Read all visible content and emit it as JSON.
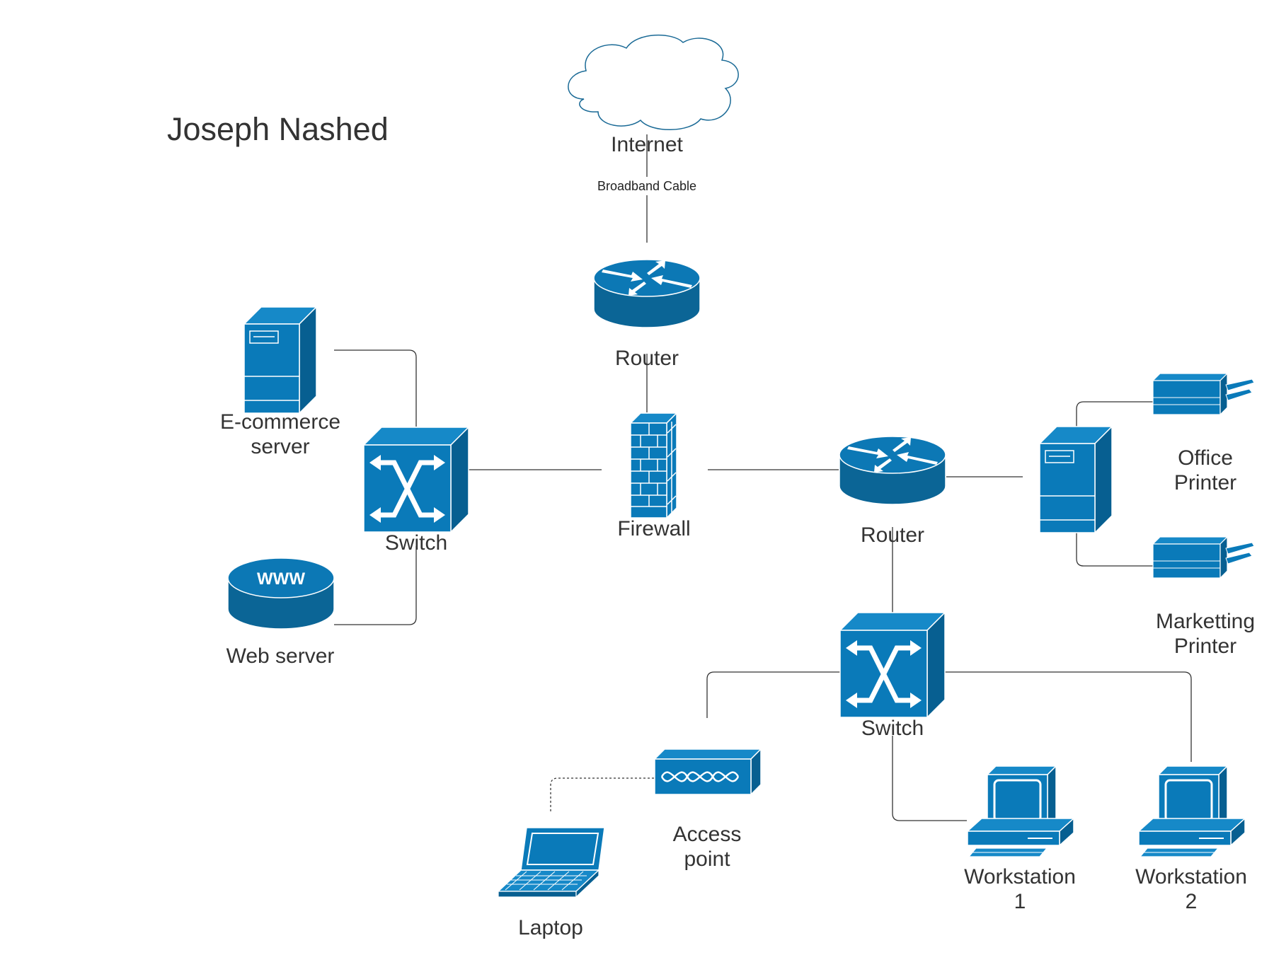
{
  "title": "Joseph Nashed",
  "colors": {
    "device_front": "#0a7ab9",
    "device_side": "#075f91",
    "device_top": "#1689c8",
    "device_dark": "#0d6a9f",
    "line": "#333333",
    "cloud_stroke": "#1a6a96"
  },
  "nodes": {
    "internet": {
      "label": "Internet",
      "icon": "cloud-icon"
    },
    "router_top": {
      "label": "Router",
      "icon": "router-icon"
    },
    "firewall": {
      "label": "Firewall",
      "icon": "firewall-icon"
    },
    "switch_left": {
      "label": "Switch",
      "icon": "switch-icon"
    },
    "ecommerce_server": {
      "label_line1": "E-commerce",
      "label_line2": "server",
      "icon": "server-tower-icon"
    },
    "web_server": {
      "label": "Web server",
      "icon_text": "WWW",
      "icon": "web-server-icon"
    },
    "router_right": {
      "label": "Router",
      "icon": "router-icon"
    },
    "print_server": {
      "icon": "server-tower-icon"
    },
    "office_printer": {
      "label_line1": "Office",
      "label_line2": "Printer",
      "icon": "printer-icon"
    },
    "marketing_printer": {
      "label_line1": "Marketting",
      "label_line2": "Printer",
      "icon": "printer-icon"
    },
    "switch_bottom": {
      "label": "Switch",
      "icon": "switch-icon"
    },
    "access_point": {
      "label_line1": "Access",
      "label_line2": "point",
      "icon": "access-point-icon"
    },
    "laptop": {
      "label": "Laptop",
      "icon": "laptop-icon"
    },
    "workstation_1": {
      "label_line1": "Workstation",
      "label_line2": "1",
      "icon": "workstation-icon"
    },
    "workstation_2": {
      "label_line1": "Workstation",
      "label_line2": "2",
      "icon": "workstation-icon"
    }
  },
  "links": {
    "internet_router": {
      "label": "Broadband Cable"
    }
  }
}
